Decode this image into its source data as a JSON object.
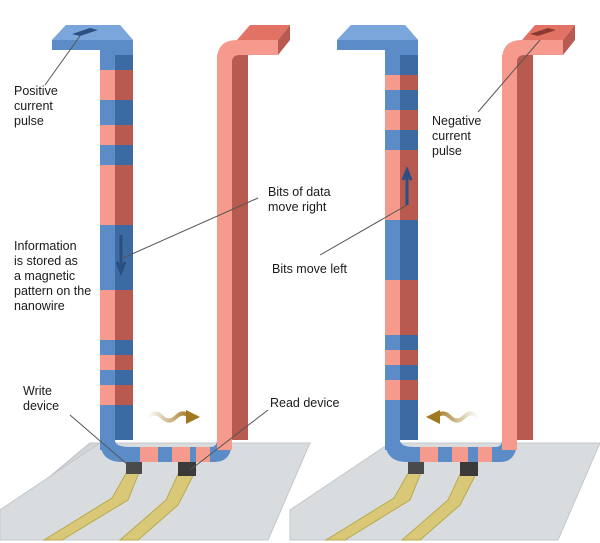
{
  "labels": {
    "positive_pulse": "Positive\ncurrent\npulse",
    "info_stored": "Information\nis stored as\na magnetic\npattern on the\nnanowire",
    "bits_right": "Bits of data\nmove right",
    "write_device": "Write\ndevice",
    "read_device": "Read device",
    "negative_pulse": "Negative\ncurrent\npulse",
    "bits_left": "Bits move left"
  },
  "colors": {
    "blue_front": "#5b8cc8",
    "blue_side": "#3c6aa3",
    "blue_top": "#7aa6db",
    "red_front": "#f59a8c",
    "red_side": "#b85a50",
    "red_top": "#e27264",
    "platform": "#d8dadc",
    "trace": "#d8c878",
    "arrow_brown": "#a07820"
  }
}
